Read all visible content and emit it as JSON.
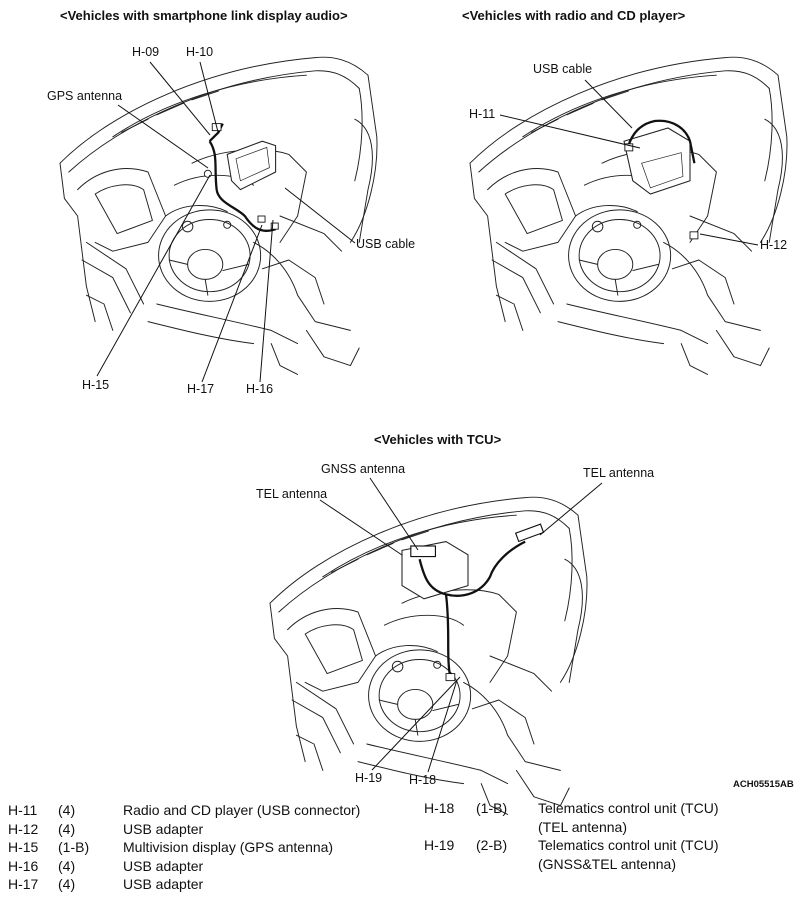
{
  "diagrams": {
    "smartphone": {
      "heading": "<Vehicles with smartphone link display audio>",
      "labels": {
        "h09": "H-09",
        "h10": "H-10",
        "gps": "GPS antenna",
        "usb": "USB cable",
        "h15": "H-15",
        "h17": "H-17",
        "h16": "H-16"
      }
    },
    "radio": {
      "heading": "<Vehicles with radio and CD player>",
      "labels": {
        "usb": "USB cable",
        "h11": "H-11",
        "h12": "H-12"
      }
    },
    "tcu": {
      "heading": "<Vehicles with TCU>",
      "labels": {
        "gnss": "GNSS antenna",
        "tel_left": "TEL antenna",
        "tel_right": "TEL antenna",
        "h19": "H-19",
        "h18": "H-18"
      }
    }
  },
  "figure_code": "ACH05515AB",
  "legend_left": [
    {
      "code": "H-11",
      "pins": "(4)",
      "desc": "Radio and CD player (USB connector)"
    },
    {
      "code": "H-12",
      "pins": "(4)",
      "desc": "USB adapter"
    },
    {
      "code": "H-15",
      "pins": "(1-B)",
      "desc": "Multivision display (GPS antenna)"
    },
    {
      "code": "H-16",
      "pins": "(4)",
      "desc": "USB adapter"
    },
    {
      "code": "H-17",
      "pins": "(4)",
      "desc": "USB adapter"
    }
  ],
  "legend_right": [
    {
      "code": "H-18",
      "pins": "(1-B)",
      "desc": "Telematics control unit (TCU)",
      "desc2": "(TEL antenna)"
    },
    {
      "code": "H-19",
      "pins": "(2-B)",
      "desc": "Telematics control unit (TCU)",
      "desc2": "(GNSS&TEL antenna)"
    }
  ]
}
